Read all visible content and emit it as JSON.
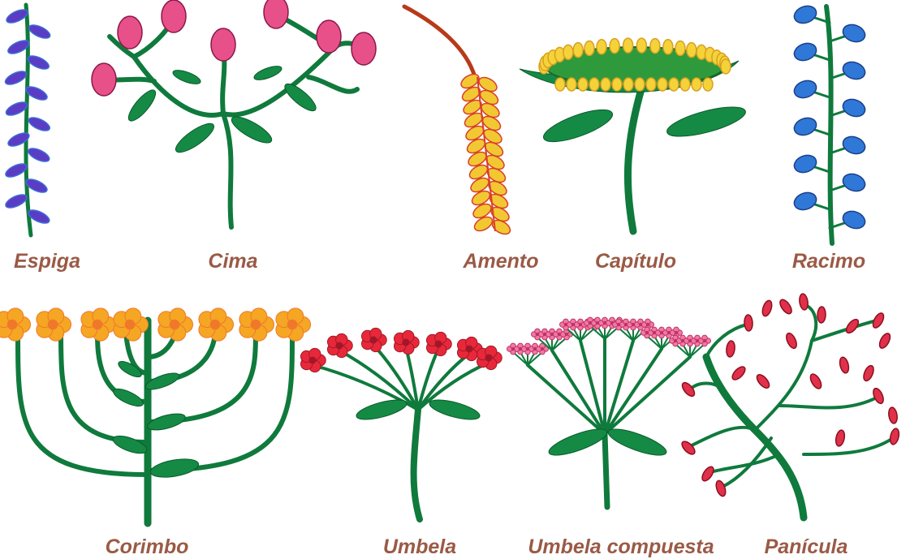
{
  "colors": {
    "label": "#9a5a45",
    "stem": "#0f7a3c",
    "leaf": "#148a45",
    "espiga": "#5b3cc4",
    "espiga_edge": "#3a6fd8",
    "cima": "#e8508a",
    "catkin": "#f2c832",
    "catkin_edge": "#d8402a",
    "catkin_stalk": "#b83a1a",
    "sunflower_petal": "#f5d23a",
    "sunflower_disc": "#2e9a3c",
    "racimo": "#2f78d8",
    "corimbo": "#f5a623",
    "corimbo_edge": "#f0782a",
    "umbela": "#e8283a",
    "umbela_comp": "#f07aa0",
    "panicula": "#e0304a"
  },
  "inflorescences": [
    {
      "name": "Espiga"
    },
    {
      "name": "Cima"
    },
    {
      "name": "Amento"
    },
    {
      "name": "Capítulo"
    },
    {
      "name": "Racimo"
    },
    {
      "name": "Corimbo"
    },
    {
      "name": "Umbela"
    },
    {
      "name": "Umbela compuesta"
    },
    {
      "name": "Panícula"
    }
  ]
}
